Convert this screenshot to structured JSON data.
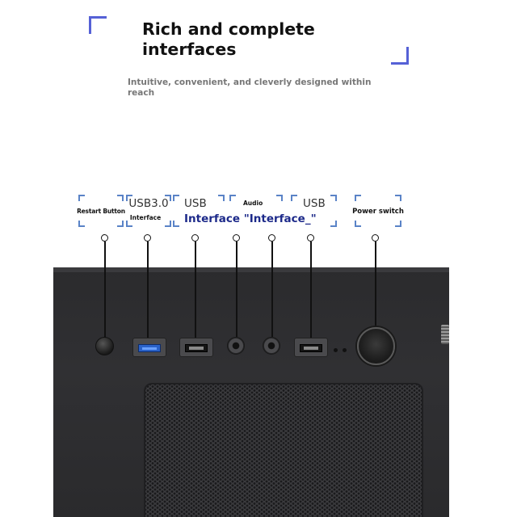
{
  "headline": "Rich and complete interfaces",
  "subheadline": "Intuitive, convenient, and cleverly designed within reach",
  "accent_color": "#5561d6",
  "bracket_color": "#5a83c7",
  "labels": {
    "restart": "Restart Button",
    "usb3_top": "USB3.0",
    "usb3_bottom": "Interface",
    "usb_a": "USB",
    "audio": "Audio",
    "usb_b": "USB",
    "interface_row": "Interface \"Interface_\"",
    "power": "Power switch"
  },
  "ports": [
    "restart-button",
    "usb3-port",
    "usb-port",
    "audio-jack",
    "audio-jack",
    "usb-port",
    "power-button"
  ]
}
